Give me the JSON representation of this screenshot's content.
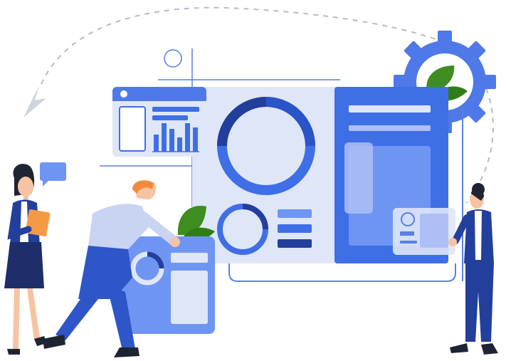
{
  "illustration": {
    "subject": "business-analytics-dashboard",
    "icons": [
      "gear-icon",
      "leaf-icon",
      "chat-bubble-icon",
      "bar-chart-icon",
      "donut-chart-icon",
      "arrow-icon"
    ],
    "colors": {
      "primary_blue": "#3f6fe6",
      "mid_blue": "#6f95f3",
      "light_blue": "#aebff5",
      "pale_blue": "#dfe6f8",
      "navy": "#233f9c",
      "dark_navy": "#1d2e6b",
      "leaf_green": "#3e8e1f",
      "accent_orange": "#f49a45",
      "skin": "#f6c3a3",
      "hair_dark": "#1f2433",
      "dash_gray": "#b6bbc6"
    }
  },
  "chart_data": [
    {
      "type": "bar",
      "categories": [
        "",
        "",
        "",
        "",
        "",
        ""
      ],
      "values": [
        0.6,
        1.0,
        0.8,
        0.5,
        1.0,
        0.85
      ],
      "title": "",
      "xlabel": "",
      "ylabel": ""
    },
    {
      "type": "pie",
      "values": [
        0.7,
        0.3
      ],
      "title": ""
    }
  ]
}
